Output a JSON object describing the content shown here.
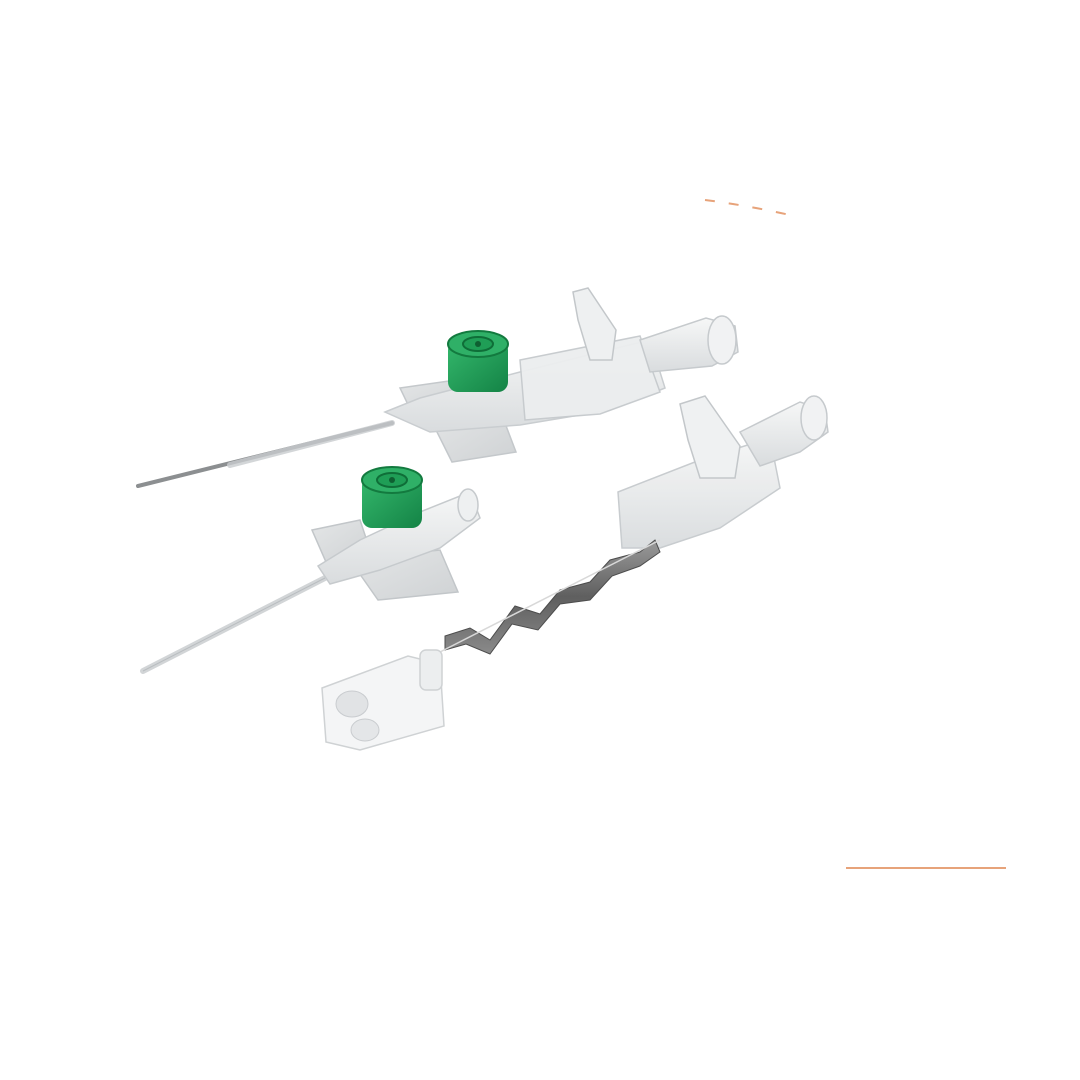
{
  "scene": {
    "background": "#ffffff",
    "objects": [
      "iv-cannula-assembled",
      "iv-cannula-catheter",
      "needle-safety-clip-unit"
    ]
  },
  "colors": {
    "injection_cap": "#1f9e56",
    "injection_cap_dark": "#137a3f",
    "clear_plastic": "#e9ebec",
    "plastic_edge": "#c9cdd0",
    "metal_strip": "#6e6e6e",
    "orange_accent": "#e7a37a"
  }
}
